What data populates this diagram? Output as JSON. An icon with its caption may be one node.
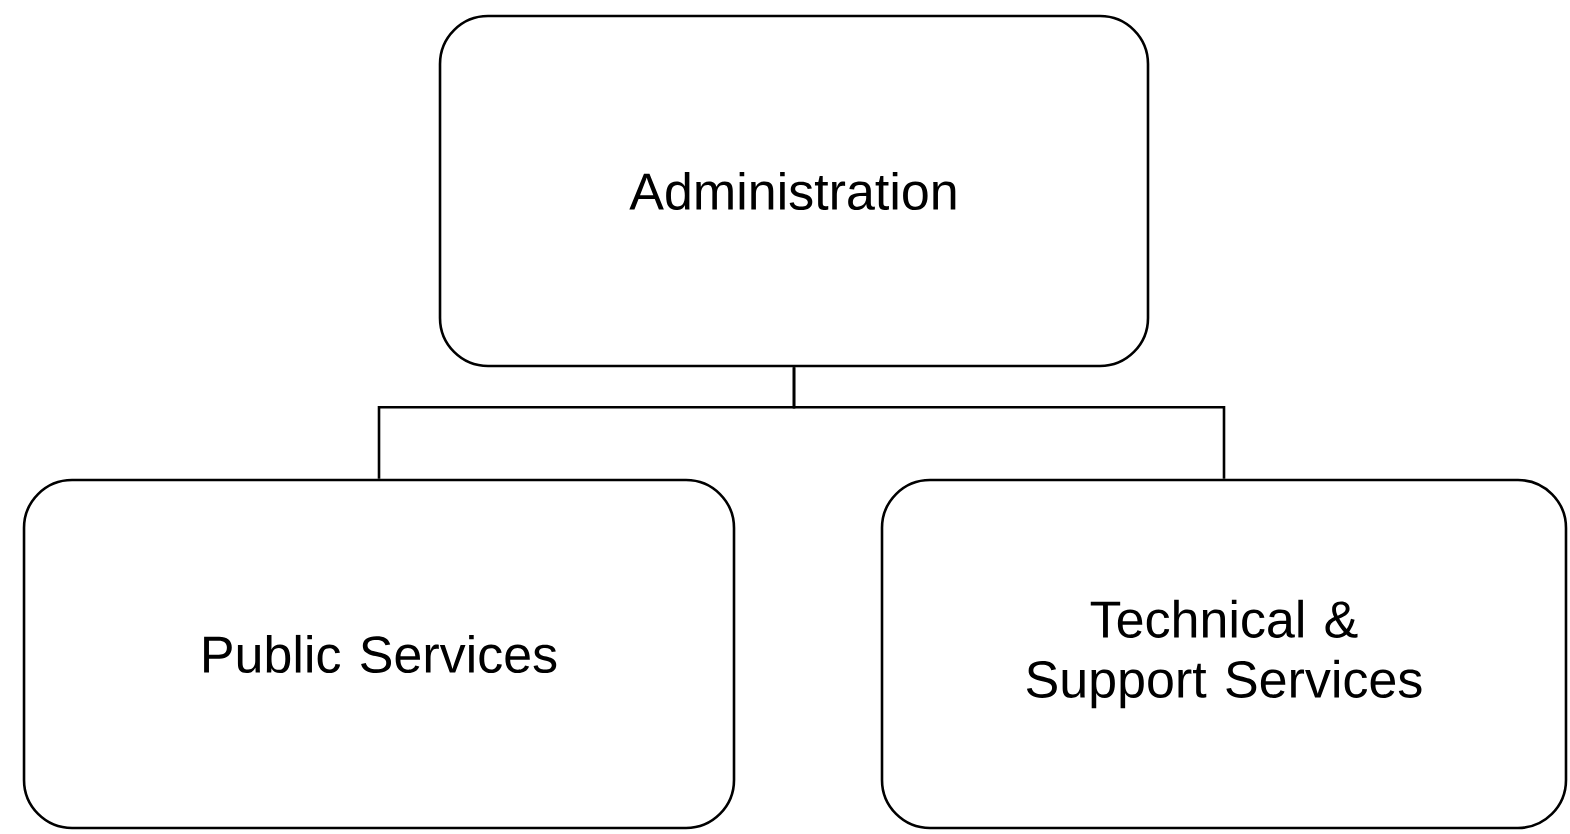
{
  "diagram": {
    "nodes": [
      {
        "text": [
          "Administration"
        ]
      },
      {
        "text": [
          "Public Services"
        ]
      },
      {
        "text": [
          "Technical & Support Services"
        ]
      }
    ],
    "edges": [
      {
        "from": 0,
        "to": 1,
        "arrow": "none"
      },
      {
        "from": 0,
        "to": 2,
        "arrow": "none"
      }
    ]
  }
}
